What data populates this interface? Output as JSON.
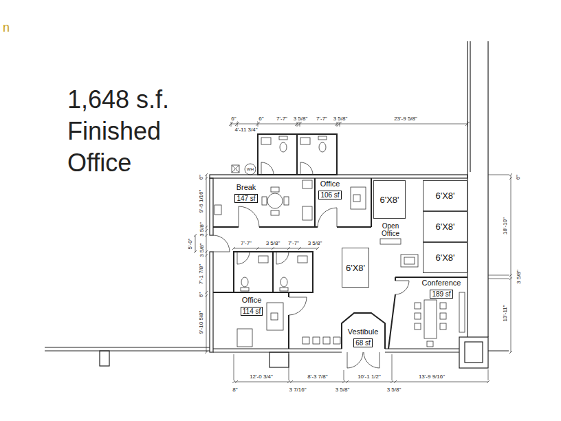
{
  "diagram": {
    "title": "1,648 s.f. Finished Office",
    "nodes": [
      {
        "text": [
          "Break",
          "147 sf"
        ]
      },
      {
        "text": [
          "Office",
          "106 sf"
        ]
      },
      {
        "text": [
          "6'X8'"
        ]
      },
      {
        "text": [
          "6'X8'"
        ]
      },
      {
        "text": [
          "6'X8'"
        ]
      },
      {
        "text": [
          "6'X8'"
        ]
      },
      {
        "text": [
          "6'X8'"
        ]
      },
      {
        "text": [
          "Conference",
          "189 sf"
        ]
      },
      {
        "text": [
          "Office",
          "114 sf"
        ]
      },
      {
        "text": [
          "Vestibule",
          "68 sf"
        ]
      }
    ],
    "labels": [
      "n",
      "6\"",
      "6\"",
      "7'-7\"",
      "3 5/8\"",
      "7'-7\"",
      "3 5/8\"",
      "4'-11 3/4\"",
      "23'-9 5/8\"",
      "6\"",
      "9'-6 1/16\"",
      "3 5/8\"",
      "5'-0\"",
      "3 5/8\"",
      "7'-1 7/8\"",
      "6\"",
      "9'-10 5/8\"",
      "7'-7\"",
      "3 5/8\"",
      "7'-7\"",
      "3 5/8\"",
      "6\"",
      "18'-10\"",
      "3 5/8\"",
      "13'-11\"",
      "12'-0 3/4\"",
      "8'-3 7/8\"",
      "10'-1 1/2\"",
      "13'-9 9/16\"",
      "8\"",
      "3 7/16\"",
      "3 5/8\"",
      "3 5/8\"",
      "WH",
      "Open Office"
    ]
  }
}
